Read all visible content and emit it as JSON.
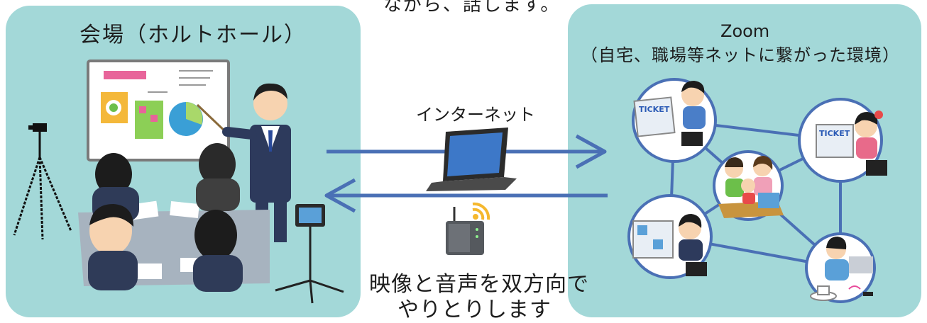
{
  "caption_top": "ながら、話します。",
  "venue": {
    "title": "会場（ホルトホール）"
  },
  "zoom": {
    "title": "Zoom",
    "subtitle": "（自宅、職場等ネットに繋がった環境）"
  },
  "center": {
    "internet_label": "インターネット",
    "av_line1": "映像と音声を双方向で",
    "av_line2": "やりとりします"
  },
  "ticket_text": "TICKET",
  "colors": {
    "panel": "#a3d8d8",
    "arrow": "#4a70b5",
    "node_ring": "#4a70b5",
    "wifi": "#f5b82e",
    "presenter_suit": "#2d3a5c"
  },
  "icons": [
    "camera-tripod-icon",
    "whiteboard-icon",
    "presenter-icon",
    "audience-icon",
    "laptop-icon",
    "router-icon",
    "wifi-icon",
    "tablet-stand-icon",
    "participant-icon",
    "family-icon",
    "coffee-cup-icon"
  ]
}
